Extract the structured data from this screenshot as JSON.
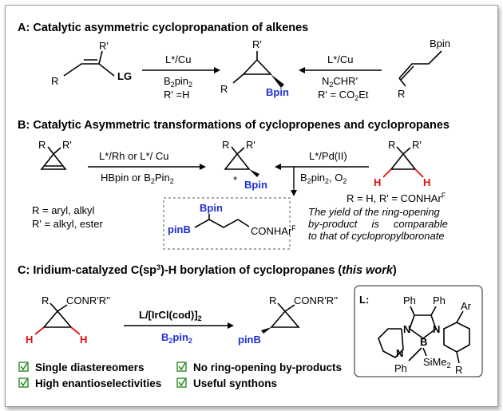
{
  "sections": {
    "a": {
      "letter": "A",
      "title": ": Catalytic asymmetric cyclopropanation of alkenes"
    },
    "b": {
      "letter": "B",
      "title": ": Catalytic Asymmetric transformations of cyclopropenes and cyclopropanes"
    },
    "c": {
      "letter": "C",
      "title_main": ": Iridium-catalyzed C(sp",
      "title_sup": "3",
      "title_rest": ")-H borylation of cyclopropanes (",
      "title_it": "this work",
      "title_end": ")"
    }
  },
  "scheme_a": {
    "left": {
      "r": "R",
      "rp": "R'",
      "lg": "LG"
    },
    "arrow1": {
      "top": "L*/Cu",
      "mid": "B",
      "mid_sub": "2",
      "mid_rest": "pin",
      "mid_sub2": "2",
      "bot": "R' =H"
    },
    "product": {
      "rp": "R'",
      "r": "R",
      "bpin": "Bpin"
    },
    "arrow2": {
      "top": "L*/Cu",
      "mid": "N",
      "mid_sub": "2",
      "mid_rest": "CHR'",
      "bot": "R' = CO",
      "bot_sub": "2",
      "bot_rest": "Et"
    },
    "right": {
      "bpin": "Bpin",
      "r": "R"
    }
  },
  "scheme_b": {
    "left": {
      "r": "R",
      "rp": "R'"
    },
    "arrow1": {
      "top": "L*/Rh or L*/ Cu",
      "bot": "HBpin or B",
      "bot_sub": "2",
      "bot_rest": "Pin",
      "bot_sub2": "2"
    },
    "product": {
      "r": "R",
      "rp": "R'",
      "star": "*",
      "bpin": "Bpin"
    },
    "arrow2": {
      "top": "L*/Pd(II)",
      "bot": "B",
      "bot_sub": "2",
      "bot_rest": "pin",
      "bot_sub2": "2",
      "bot_end": ", O",
      "bot_sub3": "2"
    },
    "right": {
      "r": "R",
      "rp": "R'",
      "h1": "H",
      "h2": "H",
      "cond": "R = H, R' = CONHAr",
      "cond_sup": "F"
    },
    "defs": [
      "R = aryl, alkyl",
      "R' = alkyl, ester"
    ],
    "ring_open": {
      "bpin": "Bpin",
      "pinb": "pinB",
      "conh": "CONHAr",
      "conh_sup": "F"
    },
    "note": [
      "The yield of the ring-opening",
      "by-product     is     comparable",
      "to that of cyclopropylboronate"
    ]
  },
  "scheme_c": {
    "left": {
      "r": "R",
      "amide": "CONR'R''",
      "h1": "H",
      "h2": "H"
    },
    "arrow": {
      "top": "L/[IrCl(cod)]",
      "top_sub": "2",
      "bot": "B",
      "bot_sub": "2",
      "bot_rest": "pin",
      "bot_sub2": "2"
    },
    "product": {
      "r": "R",
      "amide": "CONR'R''",
      "pinb": "pinB"
    },
    "ligand": {
      "label": "L:",
      "ph1": "Ph",
      "ph2": "Ph",
      "ar": "Ar",
      "n1": "N",
      "n2": "N",
      "n3": "N",
      "b": "B",
      "si": "SiMe",
      "si_sub": "2",
      "ph3": "Ph",
      "r": "R"
    },
    "checks": [
      "Single diastereomers",
      "High enantioselectivities",
      "No ring-opening by-products",
      "Useful synthons"
    ],
    "check_color": "#2e8b22"
  }
}
